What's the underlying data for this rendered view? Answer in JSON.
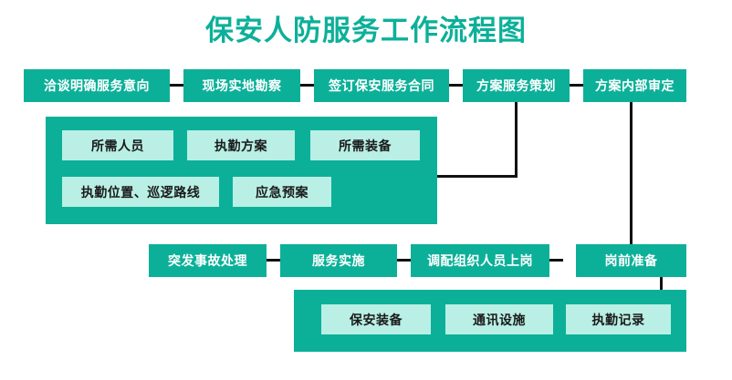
{
  "title": "保安人防服务工作流程图",
  "colors": {
    "teal": "#0CB099",
    "mint": "#B9EFE4",
    "connector": "#111111",
    "background": "#FFFFFF",
    "node_text": "#FFFFFF",
    "subnode_text": "#1A1A1A"
  },
  "row1": {
    "nodes": [
      {
        "label": "洽谈明确服务意向"
      },
      {
        "label": "现场实地勘察"
      },
      {
        "label": "签订保安服务合同"
      },
      {
        "label": "方案服务策划"
      },
      {
        "label": "方案内部审定"
      }
    ]
  },
  "plan_panel": {
    "items": [
      {
        "label": "所需人员"
      },
      {
        "label": "执勤方案"
      },
      {
        "label": "所需装备"
      },
      {
        "label": "执勤位置、巡逻路线"
      },
      {
        "label": "应急预案"
      }
    ]
  },
  "row3": {
    "nodes": [
      {
        "label": "突发事故处理"
      },
      {
        "label": "服务实施"
      },
      {
        "label": "调配组织人员上岗"
      },
      {
        "label": "岗前准备"
      }
    ]
  },
  "prep_panel": {
    "items": [
      {
        "label": "保安装备"
      },
      {
        "label": "通讯设施"
      },
      {
        "label": "执勤记录"
      }
    ]
  }
}
